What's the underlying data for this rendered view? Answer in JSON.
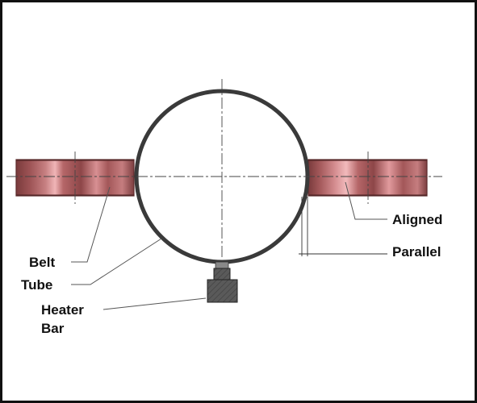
{
  "labels": {
    "aligned": "Aligned",
    "parallel": "Parallel",
    "belt": "Belt",
    "tube": "Tube",
    "heater_line1": "Heater",
    "heater_line2": "Bar"
  },
  "colors": {
    "frame": "#111111",
    "tube_stroke": "#3a3a3a",
    "belt_dark": "#7a3b3c",
    "belt_mid": "#b5696b",
    "belt_light": "#f0b2b4",
    "heater": "#555555",
    "leader": "#555555"
  }
}
